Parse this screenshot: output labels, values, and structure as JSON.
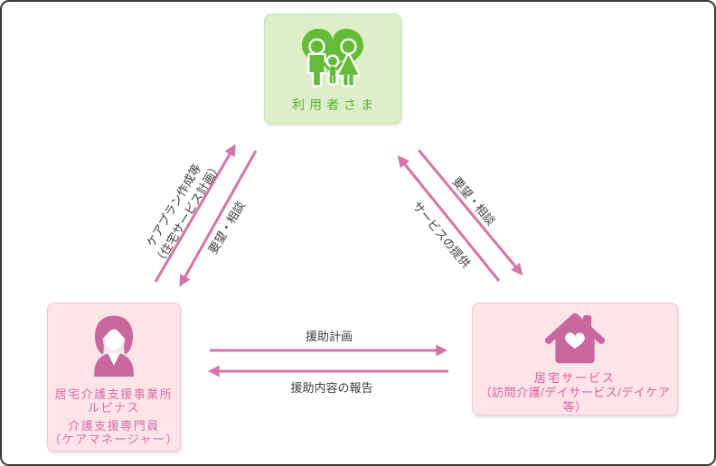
{
  "nodes": {
    "user": {
      "icon": "family-heart-icon",
      "label": "利用者さま"
    },
    "care_office": {
      "icon": "care-manager-icon",
      "line1": "居宅介護支援事業所",
      "line2": "ルピナス",
      "line3": "介護支援専門員",
      "line4": "（ケアマネージャー）"
    },
    "home_service": {
      "icon": "house-heart-icon",
      "line1": "居宅サービス",
      "line2": "（訪問介護/デイサービス/デイケア等）"
    }
  },
  "edges": {
    "careplan_line1": "ケアプラン作成等",
    "careplan_line2": "（住宅サービス計画）",
    "request_left": "要望・相談",
    "request_right": "要望・相談",
    "service_provide": "サービスの提供",
    "assist_plan": "援助計画",
    "assist_report": "援助内容の報告"
  },
  "colors": {
    "frame_border": "#3a3a3a",
    "green_box_bg": "#ddeec9",
    "green_text": "#56b42c",
    "green_icon": "#63bb36",
    "pink_box_bg": "#fce4e9",
    "pink_icon": "#c8689e",
    "pink_text_office": "#d571a6",
    "pink_text_service": "#df5f9e",
    "arrow": "#d773a7",
    "edge_label_text": "#3e3e3e"
  }
}
